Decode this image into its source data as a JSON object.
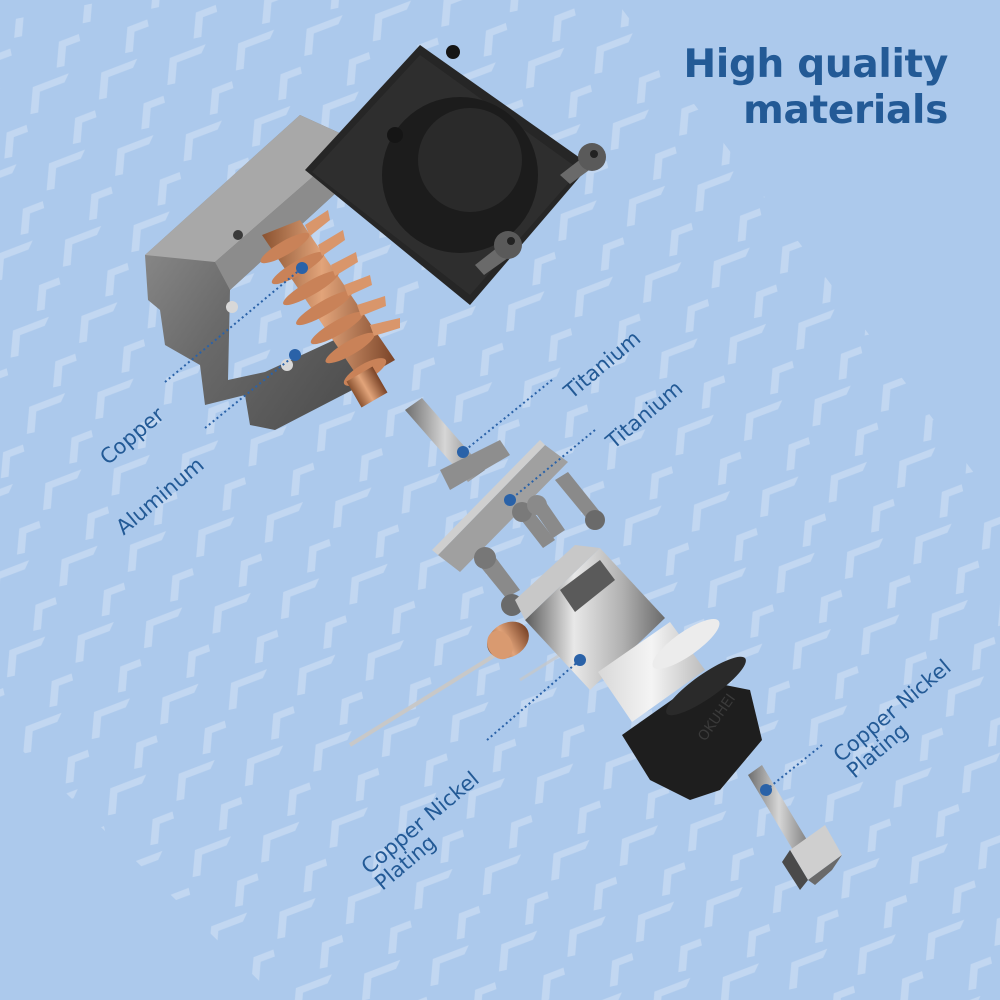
{
  "header": {
    "title_line1": "High quality",
    "title_line2": "materials"
  },
  "colors": {
    "background": "#acc9ec",
    "chevron": "#c2d7f1",
    "accent": "#235a96",
    "callout_dot": "#2a62a8"
  },
  "callouts": [
    {
      "id": "copper",
      "label": "Copper",
      "part": "heatsink"
    },
    {
      "id": "aluminum",
      "label": "Aluminum",
      "part": "mount-bracket"
    },
    {
      "id": "titanium-1",
      "label": "Titanium",
      "part": "heatbreak"
    },
    {
      "id": "titanium-2",
      "label": "Titanium",
      "part": "mounting-plate"
    },
    {
      "id": "heater-block",
      "label_line1": "Copper Nickel",
      "label_line2": "Plating",
      "part": "heater-block"
    },
    {
      "id": "nozzle",
      "label_line1": "Copper Nickel",
      "label_line2": "Plating",
      "part": "nozzle"
    }
  ],
  "parts": {
    "sock_text": "OKUHEI"
  }
}
